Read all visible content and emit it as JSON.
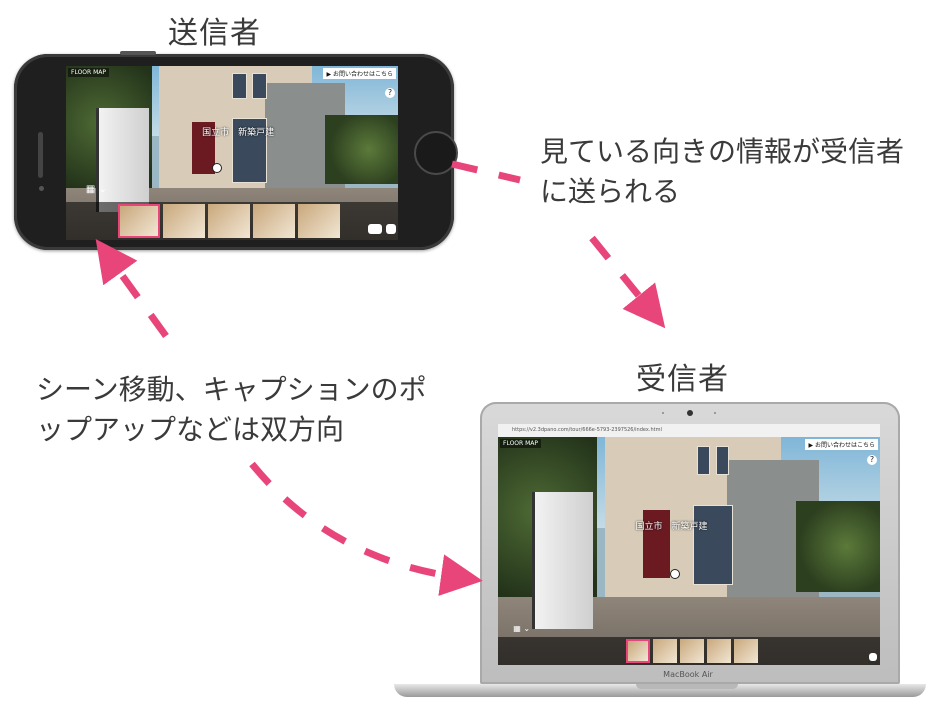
{
  "labels": {
    "sender": "送信者",
    "receiver": "受信者",
    "arrow_right_line1": "見ている向きの情報が受信者",
    "arrow_right_line2": "に送られる",
    "arrow_left_line1": "シーン移動、キャプションのポ",
    "arrow_left_line2": "ップアップなどは双方向"
  },
  "viewer": {
    "floor_map": "FLOOR MAP",
    "contact": "▶ お問い合わせはこちら",
    "help": "?",
    "scene_title": "国立市　新築戸建",
    "grid_icon": "grid-icon",
    "thumb_count_phone": 5,
    "thumb_count_laptop": 5
  },
  "laptop": {
    "brand": "MacBook Air",
    "address": "https://v2.3dpano.com/tour/666e-5793-2397526/index.html"
  },
  "colors": {
    "arrow": "#e8457a",
    "thumb_active_border": "#e8457a"
  }
}
